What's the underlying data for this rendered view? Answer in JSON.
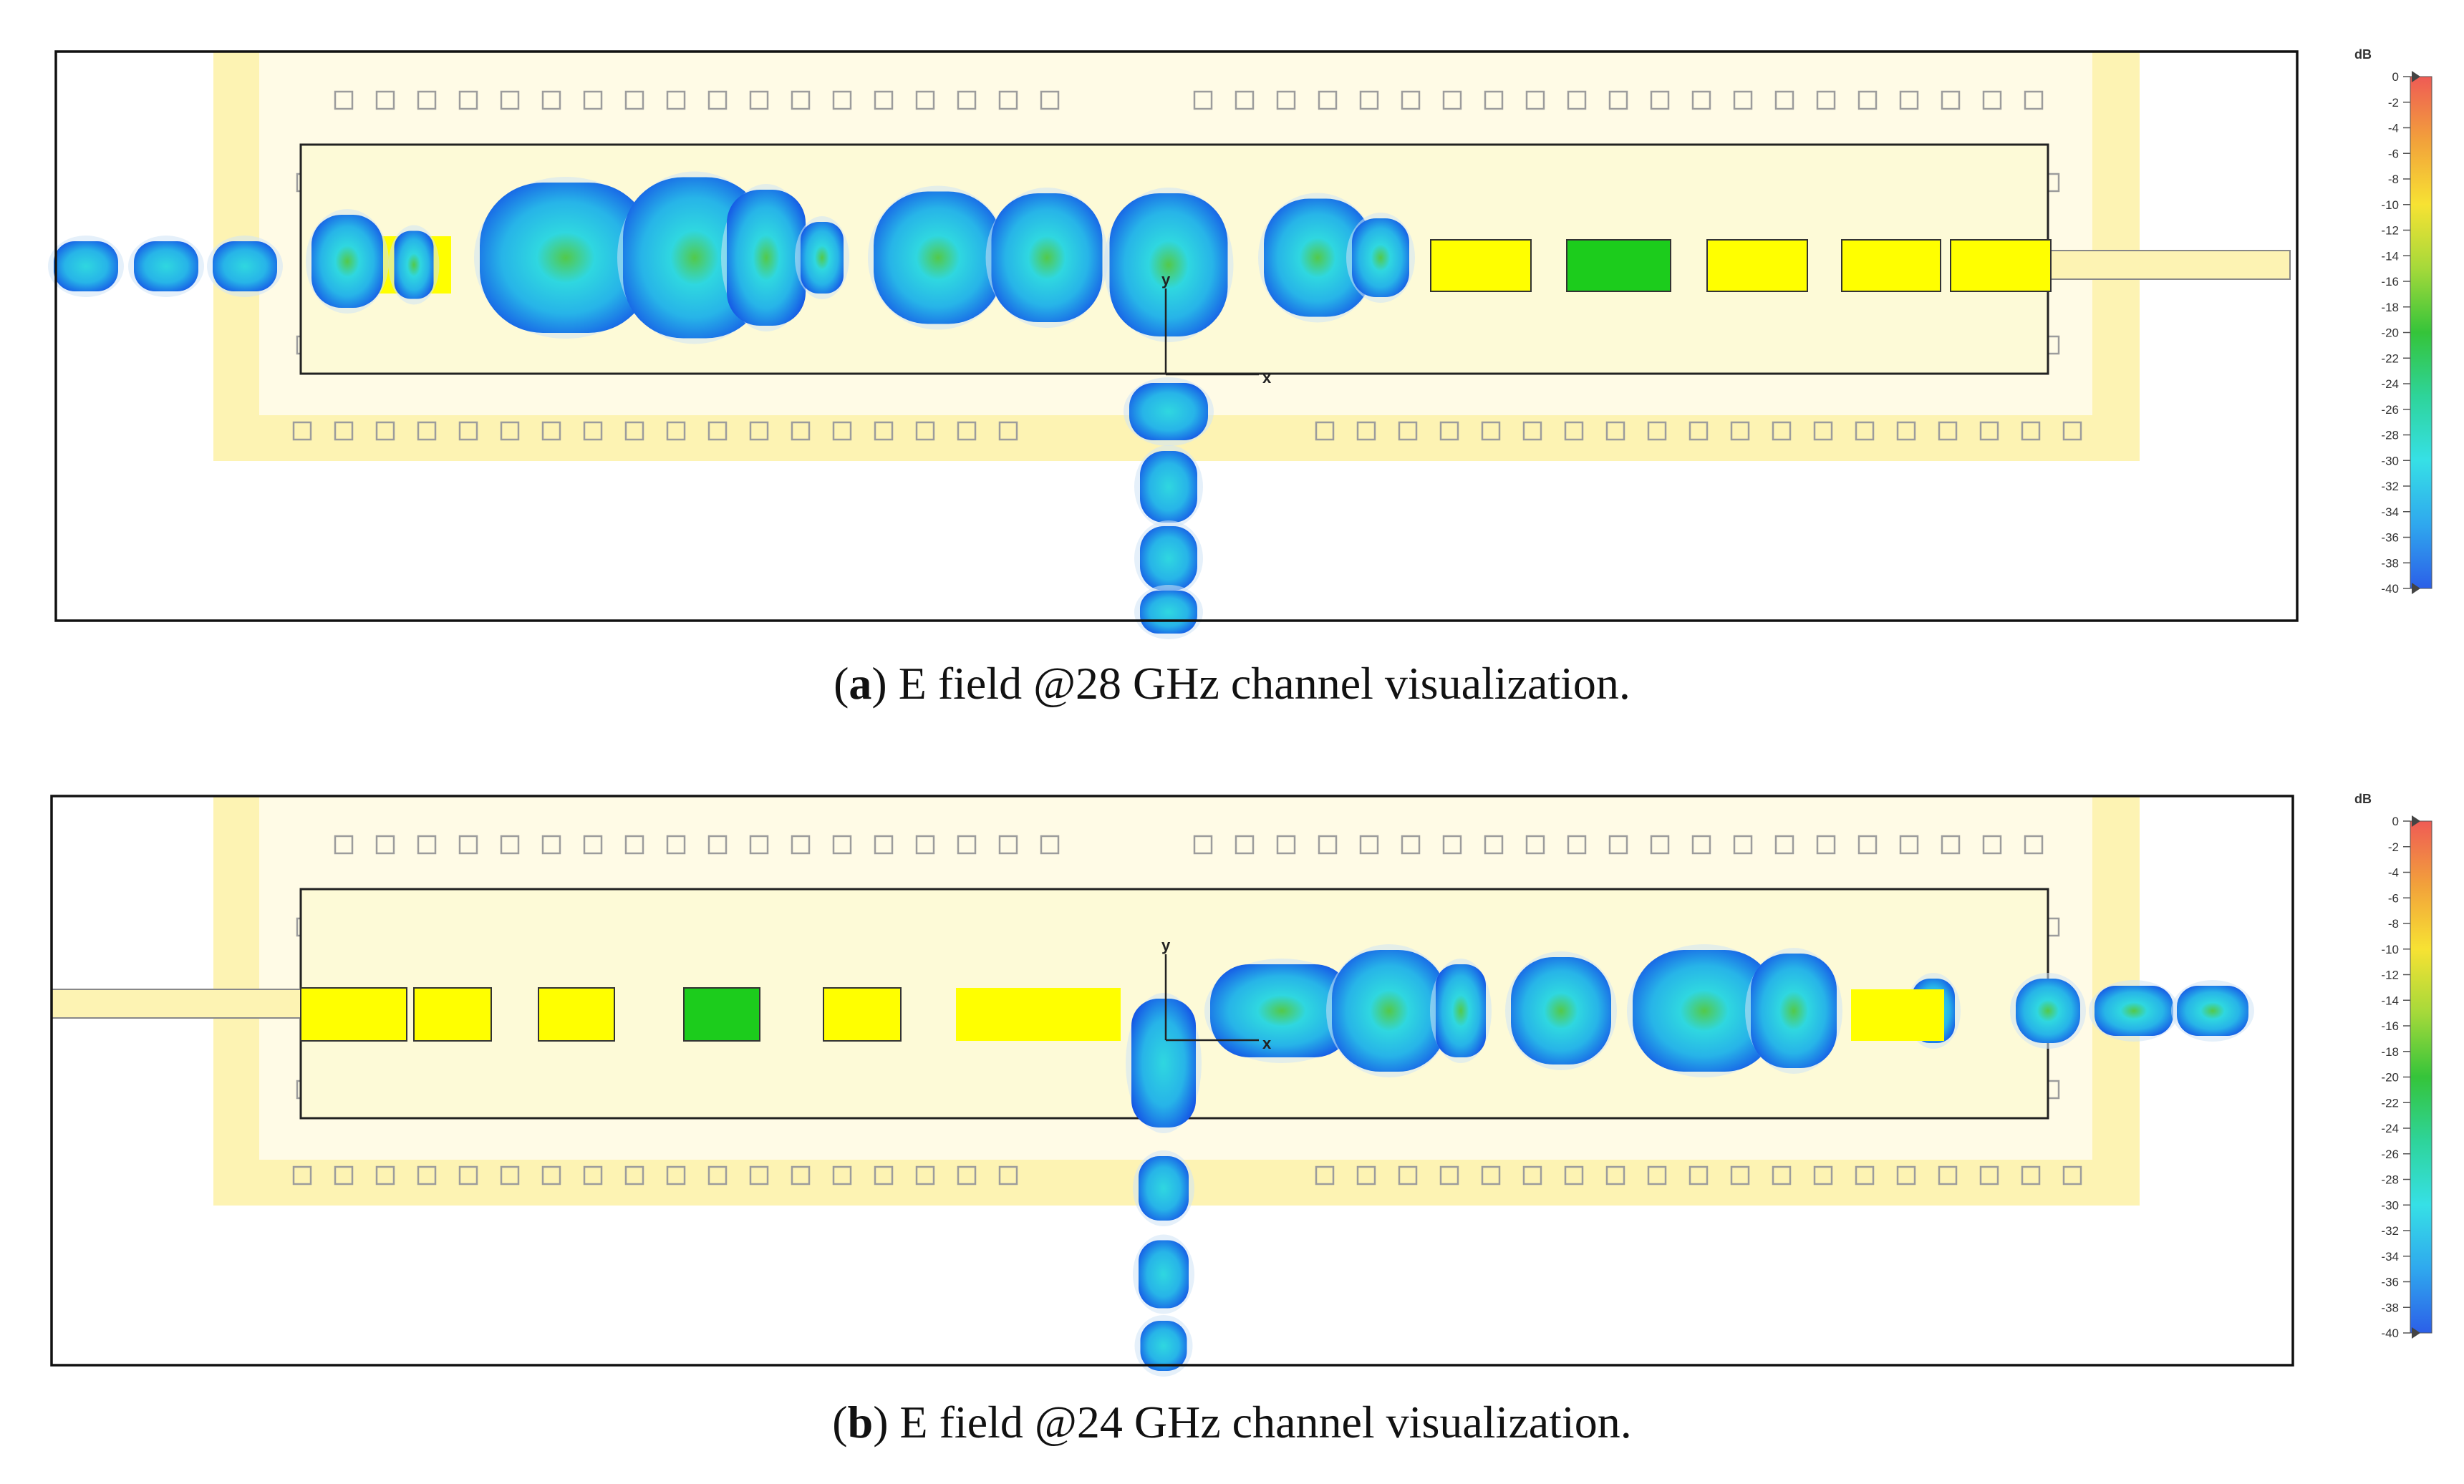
{
  "captions": {
    "a": {
      "tag": "a",
      "text": "E field @28 GHz channel visualization."
    },
    "b": {
      "tag": "b",
      "text": "E field @24 GHz channel visualization."
    }
  },
  "colorbar": {
    "unit": "dB",
    "ticks": [
      "0",
      "-2",
      "-4",
      "-6",
      "-8",
      "-10",
      "-12",
      "-14",
      "-16",
      "-18",
      "-20",
      "-22",
      "-24",
      "-26",
      "-28",
      "-30",
      "-32",
      "-34",
      "-36",
      "-38",
      "-40"
    ],
    "gradient_top_to_bottom": [
      "#ef5b55",
      "#f2a13b",
      "#f7e233",
      "#a5d93a",
      "#35c43a",
      "#2ed49a",
      "#36e0e6",
      "#2fa8ee",
      "#2c5fe8"
    ]
  },
  "axis_labels": {
    "y": "y",
    "x": "x"
  },
  "colors": {
    "substrate_outer": "#fffbe6",
    "substrate_band": "#fdf3b3",
    "via_stroke": "#9c9c9c",
    "patch_yellow": "#ffff00",
    "patch_green": "#1ccc1c",
    "field_blue": "#1452e6",
    "field_cyan": "#2fd7e0",
    "field_green": "#53c94a"
  }
}
